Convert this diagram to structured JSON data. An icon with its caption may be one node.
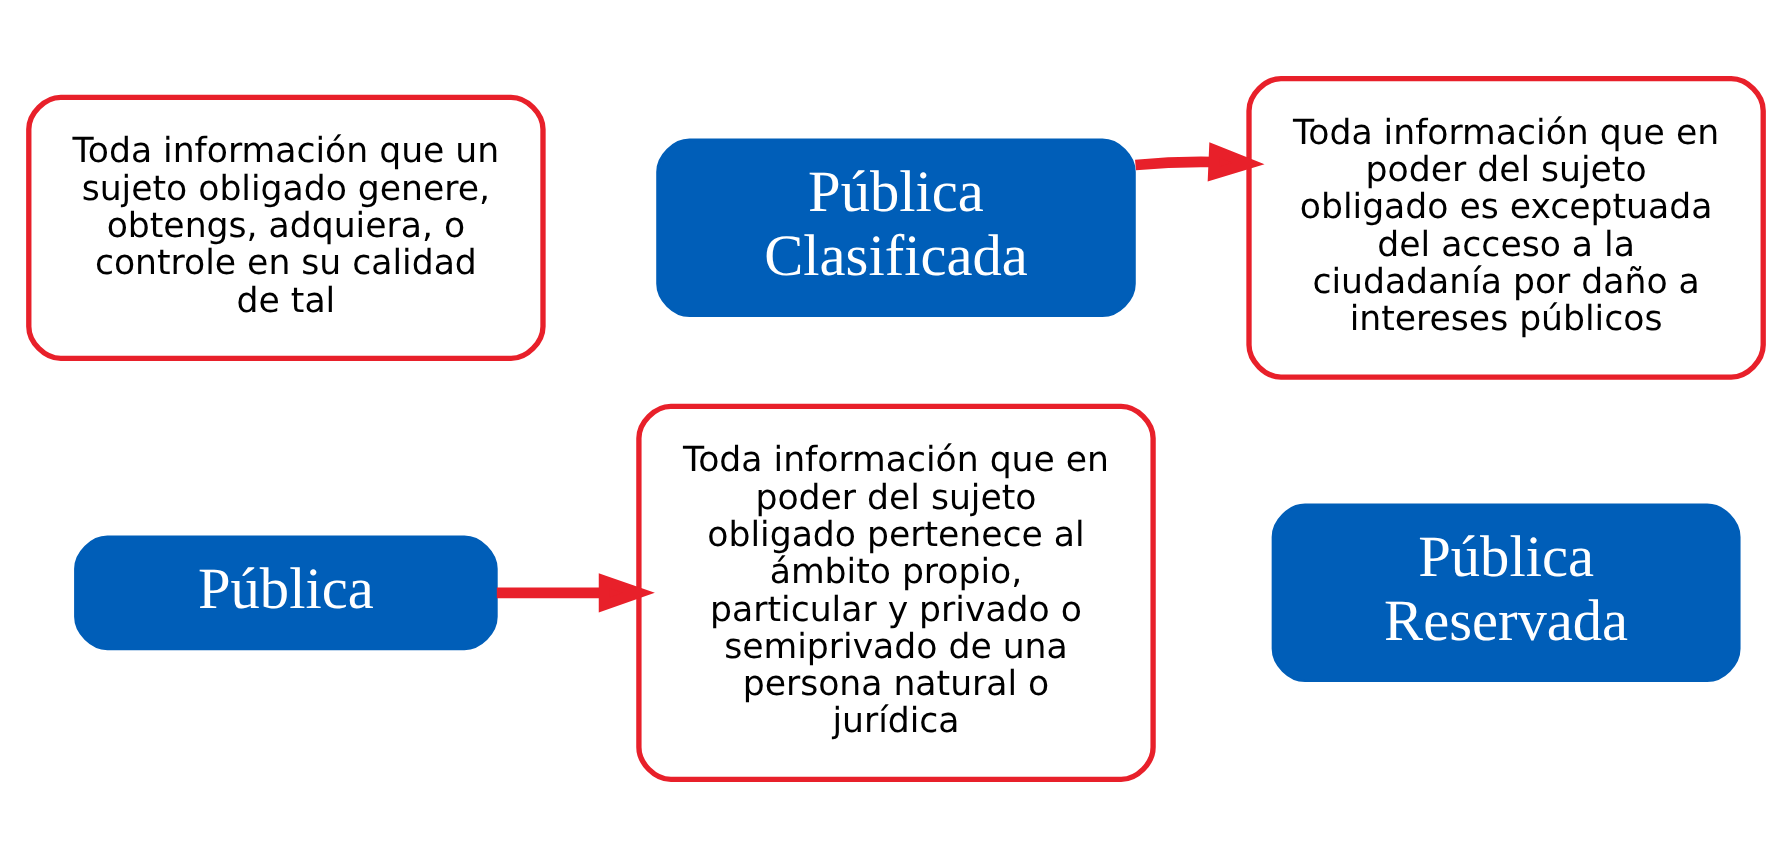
{
  "diagram": {
    "nodes": [
      {
        "text": [
          "Toda información que un sujeto obligado genere, obtengs, adquiera, o controle en su calidad de tal"
        ]
      },
      {
        "text": [
          "Pública"
        ]
      },
      {
        "text": [
          "Pública Clasificada"
        ]
      },
      {
        "text": [
          "Toda información que en poder del sujeto obligado pertenece al ámbito propio, particular y privado o semiprivado de una persona natural o jurídica"
        ]
      },
      {
        "text": [
          "Toda información que en  poder del sujeto obligado es exceptuada del acceso a la ciudadanía por daño a intereses públicos"
        ]
      },
      {
        "text": [
          "Pública Reservada"
        ]
      }
    ],
    "edges": [
      {
        "from": 1,
        "to": 3,
        "arrow": "to"
      },
      {
        "from": 2,
        "to": 4,
        "arrow": "to"
      }
    ]
  }
}
